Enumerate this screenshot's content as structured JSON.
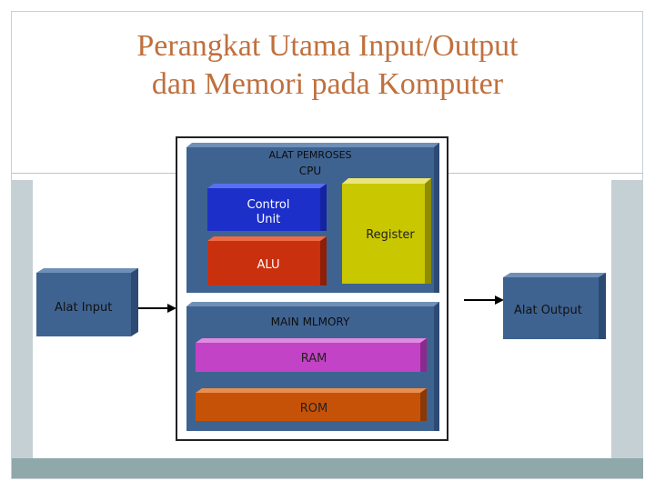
{
  "slide": {
    "title_line1": "Perangkat Utama Input/Output",
    "title_line2": "dan Memori pada Komputer"
  },
  "diagram": {
    "processor_label": "ALAT PEMROSES",
    "cpu_label": "CPU",
    "control_unit_line1": "Control",
    "control_unit_line2": "Unit",
    "alu_label": "ALU",
    "register_label": "Register",
    "main_memory_label": "MAIN MLMORY",
    "ram_label": "RAM",
    "rom_label": "ROM",
    "input_label": "Alat Input",
    "output_label": "Alat Output"
  },
  "colors": {
    "title": "#c0703e",
    "box_blue": "#3f6391",
    "control_unit": "#1c2fc9",
    "alu": "#c9300e",
    "register": "#c9c700",
    "ram": "#c343c6",
    "rom": "#c65208"
  }
}
